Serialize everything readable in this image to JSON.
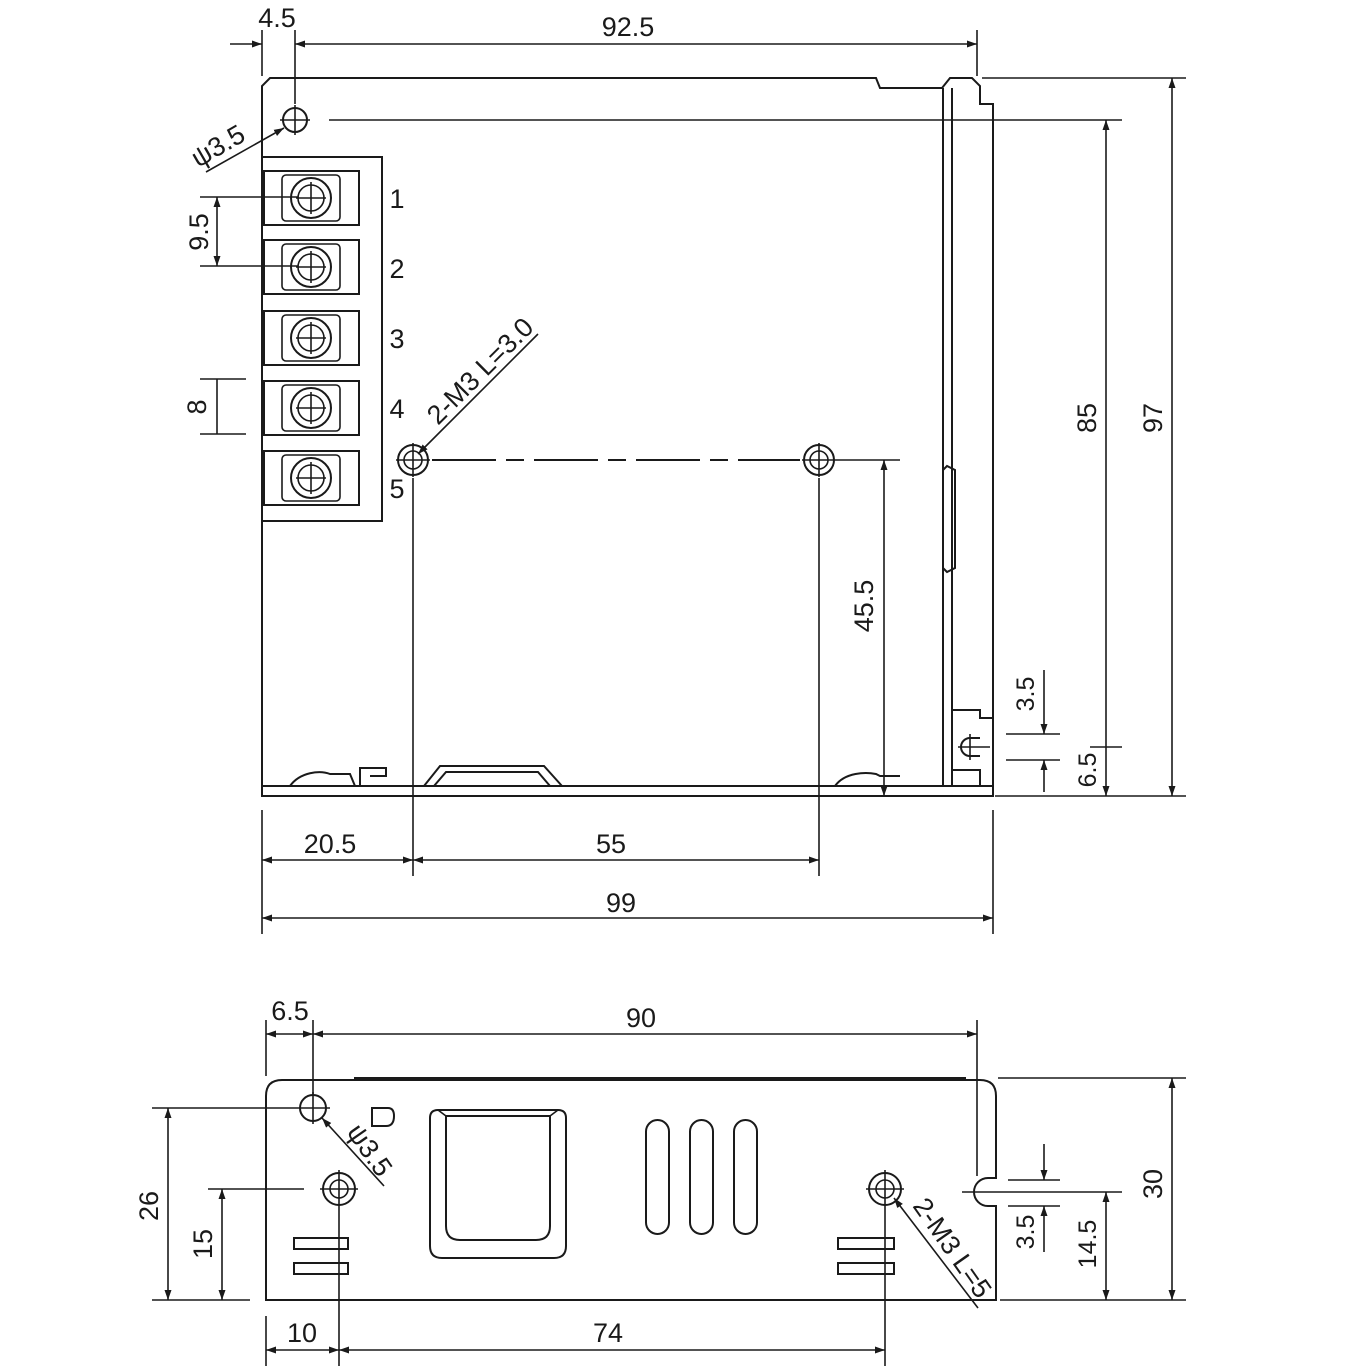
{
  "top_view": {
    "dims": {
      "hole_offset": "4.5",
      "hole_to_edge": "92.5",
      "hole_diameter": "ψ3.5",
      "terminal_pitch": "9.5",
      "terminal_height": "8",
      "mount_note": "2-M3 L=3.0",
      "mount_spacing_v": "45.5",
      "inner_height": "85",
      "total_height": "97",
      "side_slot": "3.5",
      "side_offset": "6.5",
      "offset_left": "20.5",
      "mount_spacing_h": "55",
      "total_width": "99"
    },
    "terminals": [
      "1",
      "2",
      "3",
      "4",
      "5"
    ]
  },
  "side_view": {
    "dims": {
      "hole_offset": "6.5",
      "hole_to_edge": "90",
      "hole_diameter": "ψ3.5",
      "hole_height": "26",
      "mount_height": "15",
      "mount_note": "2-M3 L=5",
      "side_slot": "3.5",
      "side_offset": "14.5",
      "total_height": "30",
      "offset_left": "10",
      "mount_spacing_h": "74"
    }
  }
}
